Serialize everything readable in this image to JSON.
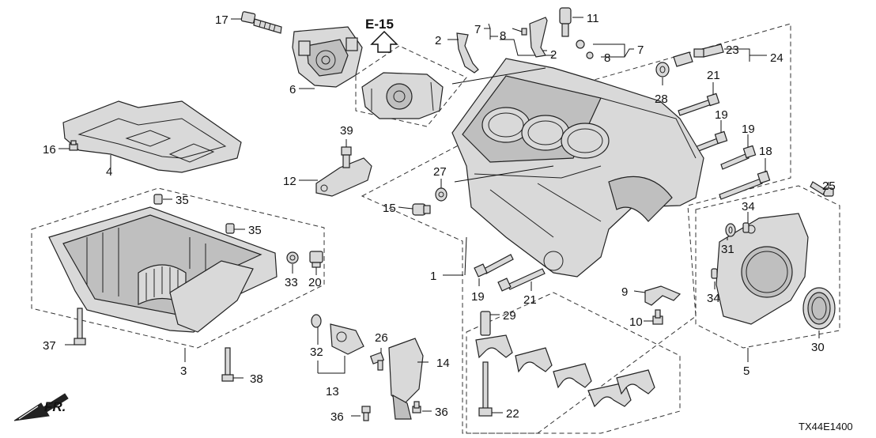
{
  "reference": {
    "label": "E-15"
  },
  "direction": {
    "label": "FR."
  },
  "diagram_code": "TX44E1400",
  "callouts": [
    {
      "id": "c17",
      "text": "17"
    },
    {
      "id": "c6",
      "text": "6"
    },
    {
      "id": "c16",
      "text": "16"
    },
    {
      "id": "c4",
      "text": "4"
    },
    {
      "id": "c35a",
      "text": "35"
    },
    {
      "id": "c35b",
      "text": "35"
    },
    {
      "id": "c33",
      "text": "33"
    },
    {
      "id": "c20",
      "text": "20"
    },
    {
      "id": "c3",
      "text": "3"
    },
    {
      "id": "c37",
      "text": "37"
    },
    {
      "id": "c38",
      "text": "38"
    },
    {
      "id": "c32",
      "text": "32"
    },
    {
      "id": "c13",
      "text": "13"
    },
    {
      "id": "c26",
      "text": "26"
    },
    {
      "id": "c14",
      "text": "14"
    },
    {
      "id": "c36a",
      "text": "36"
    },
    {
      "id": "c36b",
      "text": "36"
    },
    {
      "id": "c39",
      "text": "39"
    },
    {
      "id": "c12",
      "text": "12"
    },
    {
      "id": "c2a",
      "text": "2"
    },
    {
      "id": "c7a",
      "text": "7"
    },
    {
      "id": "c8a",
      "text": "8"
    },
    {
      "id": "c2b",
      "text": "2"
    },
    {
      "id": "c11",
      "text": "11"
    },
    {
      "id": "c7b",
      "text": "7"
    },
    {
      "id": "c8b",
      "text": "8"
    },
    {
      "id": "c23",
      "text": "23"
    },
    {
      "id": "c24",
      "text": "24"
    },
    {
      "id": "c28",
      "text": "28"
    },
    {
      "id": "c21a",
      "text": "21"
    },
    {
      "id": "c19a",
      "text": "19"
    },
    {
      "id": "c19b",
      "text": "19"
    },
    {
      "id": "c18",
      "text": "18"
    },
    {
      "id": "c27",
      "text": "27"
    },
    {
      "id": "c15",
      "text": "15"
    },
    {
      "id": "c1",
      "text": "1"
    },
    {
      "id": "c19c",
      "text": "19"
    },
    {
      "id": "c21b",
      "text": "21"
    },
    {
      "id": "c9",
      "text": "9"
    },
    {
      "id": "c10",
      "text": "10"
    },
    {
      "id": "c29",
      "text": "29"
    },
    {
      "id": "c22",
      "text": "22"
    },
    {
      "id": "c25",
      "text": "25"
    },
    {
      "id": "c34a",
      "text": "34"
    },
    {
      "id": "c31",
      "text": "31"
    },
    {
      "id": "c34b",
      "text": "34"
    },
    {
      "id": "c30",
      "text": "30"
    },
    {
      "id": "c5",
      "text": "5"
    }
  ]
}
